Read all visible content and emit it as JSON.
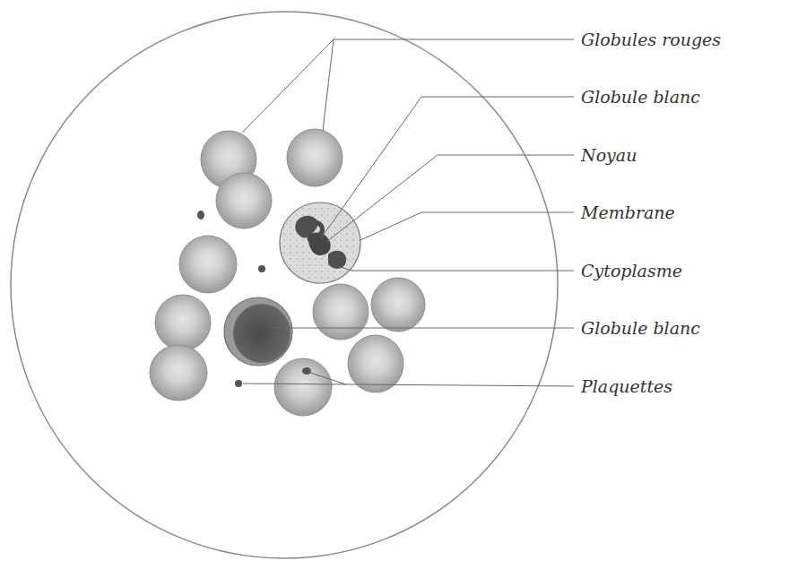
{
  "diagram": {
    "labels": [
      "Globules rouges",
      "Globule blanc",
      "Noyau",
      "Membrane",
      "Cytoplasme",
      "Globule blanc",
      "Plaquettes"
    ]
  }
}
